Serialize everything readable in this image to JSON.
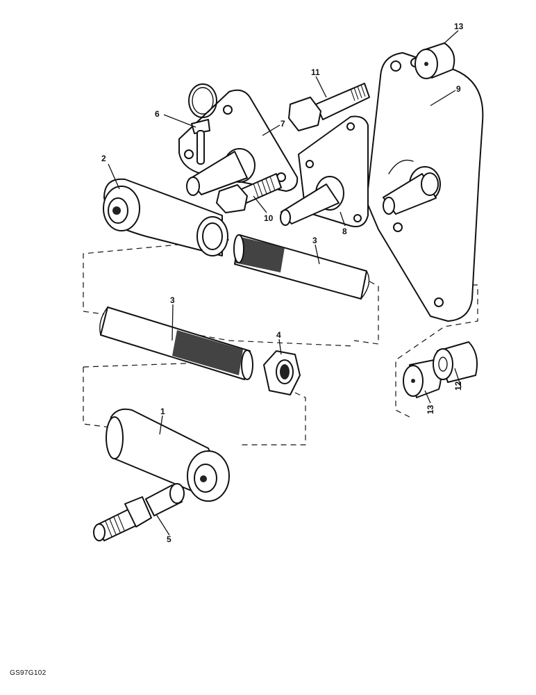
{
  "drawing": {
    "reference_code": "GS97G102",
    "callouts": [
      {
        "id": "callout-1",
        "text": "1"
      },
      {
        "id": "callout-2",
        "text": "2"
      },
      {
        "id": "callout-3a",
        "text": "3"
      },
      {
        "id": "callout-3b",
        "text": "3"
      },
      {
        "id": "callout-4",
        "text": "4"
      },
      {
        "id": "callout-5",
        "text": "5"
      },
      {
        "id": "callout-6",
        "text": "6"
      },
      {
        "id": "callout-7",
        "text": "7"
      },
      {
        "id": "callout-8",
        "text": "8"
      },
      {
        "id": "callout-9",
        "text": "9"
      },
      {
        "id": "callout-10",
        "text": "10"
      },
      {
        "id": "callout-11",
        "text": "11"
      },
      {
        "id": "callout-12",
        "text": "12"
      },
      {
        "id": "callout-13a",
        "text": "13"
      },
      {
        "id": "callout-13b",
        "text": "13"
      }
    ]
  }
}
